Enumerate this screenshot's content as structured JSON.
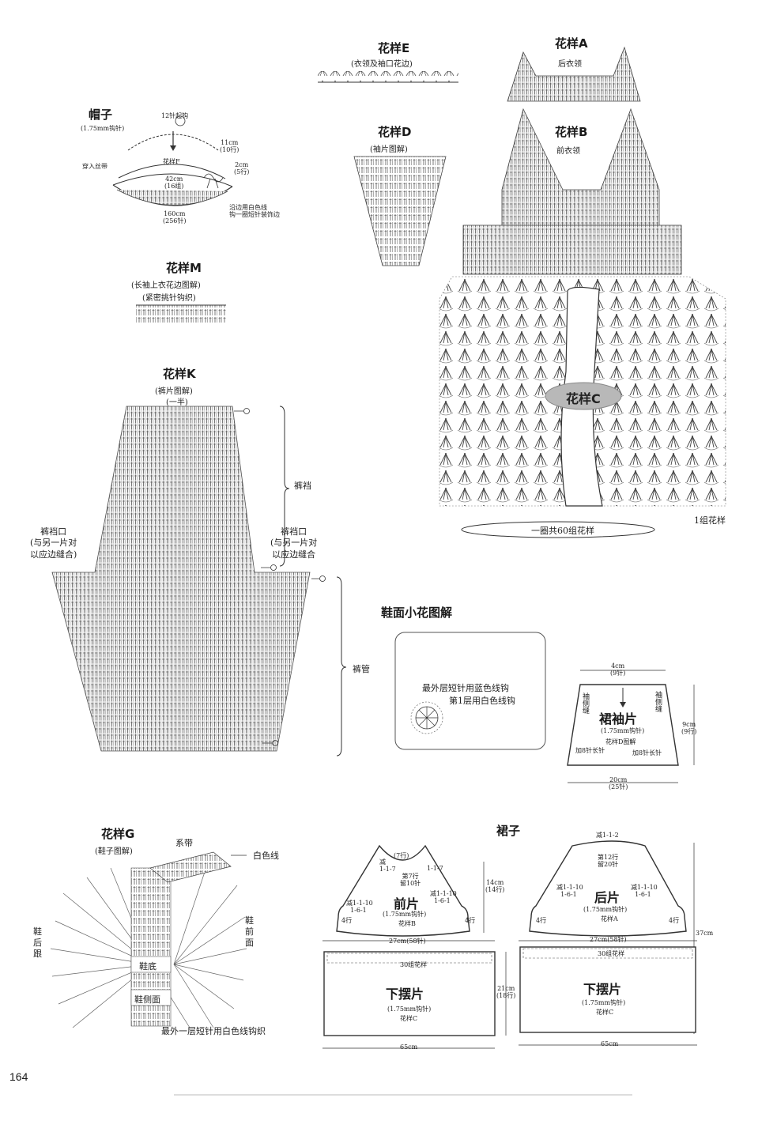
{
  "page_number": "164",
  "hat": {
    "title": "帽子",
    "hook": "(1.75mm钩针)",
    "start_note": "12针起钩",
    "pattern": "花样F",
    "ribbon": "穿入丝带",
    "right_top": "11cm",
    "right_top2": "(10行)",
    "right_mid": "2cm",
    "right_mid2": "(5行)",
    "circ": "42cm",
    "circ2": "(16组)",
    "outer": "160cm",
    "outer2": "(256针)",
    "edge_note1": "沿边用白色线",
    "edge_note2": "钩一圈短针装饰边"
  },
  "pattern_e": {
    "title": "花样E",
    "sub": "(衣领及袖口花边)"
  },
  "pattern_a": {
    "title": "花样A",
    "sub": "后衣领"
  },
  "pattern_d": {
    "title": "花样D",
    "sub": "(袖片图解)"
  },
  "pattern_b": {
    "title": "花样B",
    "sub": "前衣领"
  },
  "pattern_m": {
    "title": "花样M",
    "sub1": "(长袖上衣花边图解)",
    "sub2": "(紧密挑针钩织)"
  },
  "pattern_c": {
    "label": "花样C",
    "group_note": "1组花样",
    "round_note": "一圈共60组花样"
  },
  "pattern_k": {
    "title": "花样K",
    "sub1": "(裤片图解)",
    "sub2": "(一半)",
    "crotch": "裤裆",
    "crotch_open_left1": "裤裆口",
    "crotch_open_left2": "(与另一片对",
    "crotch_open_left3": "以应边缝合)",
    "crotch_open_right1": "裤裆口",
    "crotch_open_right2": "(与另一片对",
    "crotch_open_right3": "以应边缝合",
    "leg": "裤管"
  },
  "shoe_flower": {
    "title": "鞋面小花图解",
    "line1": "最外层短针用蓝色线钩",
    "line2": "第1层用白色线钩"
  },
  "skirt_sleeve": {
    "title": "裙袖片",
    "hook": "(1.75mm钩针)",
    "pattern": "花样D图解",
    "top": "4cm",
    "top2": "(9针)",
    "side_left": "袖侧缝",
    "side_right": "袖侧缝",
    "add_left": "加8针长针",
    "add_right": "加8针长针",
    "height": "9cm",
    "height2": "(9行)",
    "bottom": "20cm",
    "bottom2": "(25针)"
  },
  "pattern_g": {
    "title": "花样G",
    "sub": "(鞋子图解)",
    "strap": "系带",
    "white": "白色线",
    "heel": "鞋后跟",
    "front": "鞋前面",
    "sole": "鞋底",
    "side": "鞋侧面",
    "note": "最外一层短针用白色线钩织"
  },
  "skirt": {
    "title": "裙子",
    "front": {
      "label": "前片",
      "hook": "(1.75mm钩针)",
      "pattern": "花样B",
      "dec_top": "减",
      "dec_top2": "1-1-7",
      "dec_top_r": "1-1-7",
      "rows7": "(7行)",
      "left_dec": "减1-1-10",
      "left_dec2": "1-6-1",
      "right_dec": "减1-1-10",
      "right_dec2": "1-6-1",
      "row_note": "第7行",
      "row_note2": "留10针",
      "left_rows": "4行",
      "right_rows": "4行",
      "height": "14cm",
      "height2": "(14行)",
      "width": "27cm(58针)"
    },
    "back": {
      "label": "后片",
      "hook": "(1.75mm钩针)",
      "pattern": "花样A",
      "dec_top": "减1-1-2",
      "row_note": "第12行",
      "row_note2": "留20针",
      "left_dec": "减1-1-10",
      "left_dec2": "1-6-1",
      "right_dec": "减1-1-10",
      "right_dec2": "1-6-1",
      "left_rows": "4行",
      "right_rows": "4行",
      "width": "27cm(58针)",
      "total": "37cm"
    },
    "hem_left": {
      "label": "下摆片",
      "hook": "(1.75mm钩针)",
      "pattern": "花样C",
      "groups": "30组花样",
      "height": "21cm",
      "height2": "(18行)",
      "width": "65cm"
    },
    "hem_right": {
      "label": "下摆片",
      "hook": "(1.75mm钩针)",
      "pattern": "花样C",
      "groups": "30组花样",
      "width": "65cm"
    }
  }
}
